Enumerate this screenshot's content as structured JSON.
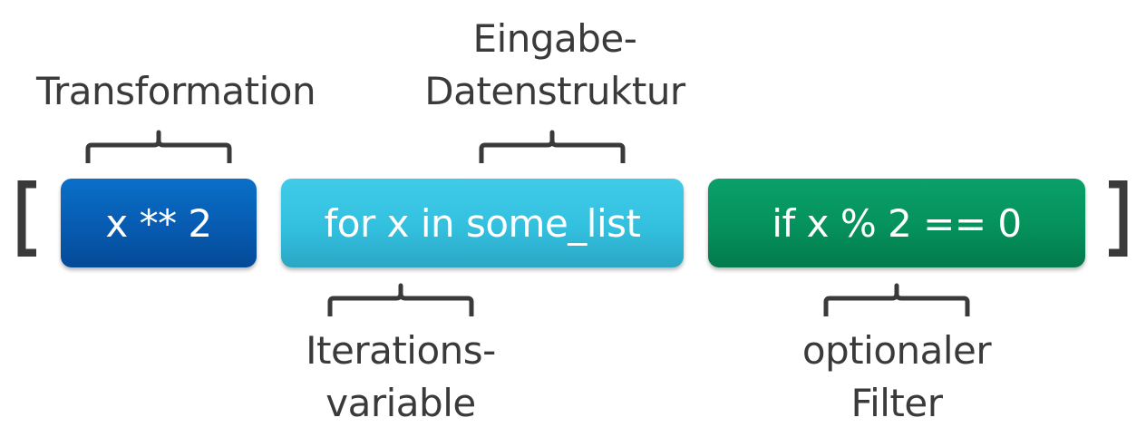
{
  "diagram": {
    "open_bracket": "[",
    "close_bracket": "]",
    "parts": {
      "transformation": {
        "code": "x ** 2",
        "label_lines": [
          "Transformation"
        ],
        "color": "#075bb0"
      },
      "iteration": {
        "code": "for x in some_list",
        "label_lines": [
          "Iterations-",
          "variable"
        ],
        "color": "#33c0df"
      },
      "input": {
        "label_lines": [
          "Eingabe-",
          "Datenstruktur"
        ]
      },
      "filter": {
        "code": "if x % 2 == 0",
        "label_lines": [
          "optionaler",
          "Filter"
        ],
        "color": "#05915c"
      }
    },
    "text_color": "#3a3a3a",
    "brace_color": "#3a3a3a"
  }
}
